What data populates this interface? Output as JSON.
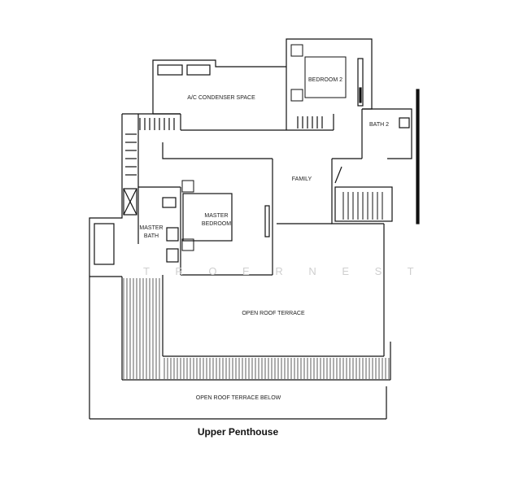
{
  "caption": "Upper Penthouse",
  "watermark": "T R O E R N E S T",
  "rooms": {
    "ac_condenser": "A/C CONDENSER SPACE",
    "bedroom2": "BEDROOM 2",
    "bath2": "BATH 2",
    "family": "FAMILY",
    "master_bedroom_1": "MASTER",
    "master_bedroom_2": "BEDROOM",
    "master_bath_1": "MASTER",
    "master_bath_2": "BATH",
    "open_roof_terrace": "OPEN ROOF TERRACE",
    "open_roof_terrace_below": "OPEN ROOF TERRACE BELOW"
  }
}
